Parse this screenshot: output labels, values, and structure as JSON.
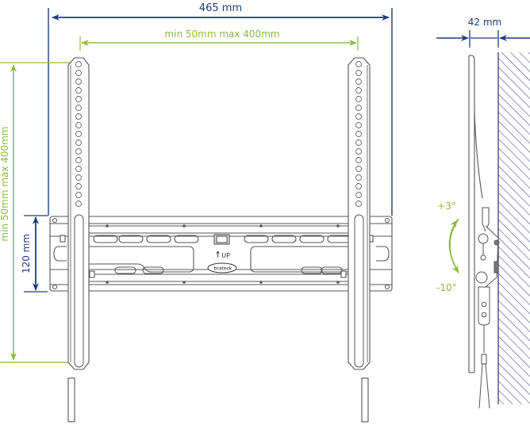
{
  "dimensions": {
    "overall_width": "465 mm",
    "vesa_horizontal": "min 50mm max 400mm",
    "vesa_vertical": "min 50mm max 400mm",
    "wall_plate_height": "120 mm",
    "wall_distance": "42 mm"
  },
  "tilt": {
    "up": "+3°",
    "down": "-10°"
  },
  "bracket": {
    "up_label": "UP",
    "brand_badge": "brateck"
  },
  "colors": {
    "dimension_blue": "#1f3a7a",
    "dimension_green": "#8dba3c",
    "line_gray": "#555555",
    "wall_hatch": "#3a3f80"
  }
}
